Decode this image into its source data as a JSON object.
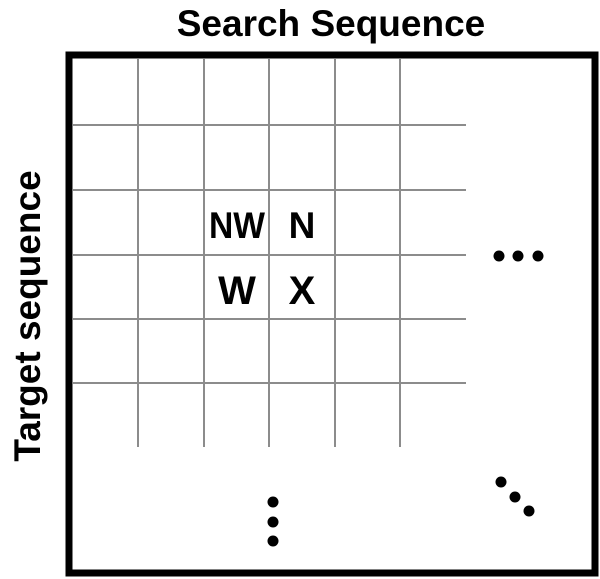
{
  "header": {
    "title": "Search Sequence"
  },
  "axis": {
    "vertical_label": "Target sequence"
  },
  "matrix": {
    "cells": {
      "nw": "NW",
      "n": "N",
      "w": "W",
      "x": "X"
    },
    "line_color": "#8c8c8c",
    "border_color": "#000000"
  }
}
